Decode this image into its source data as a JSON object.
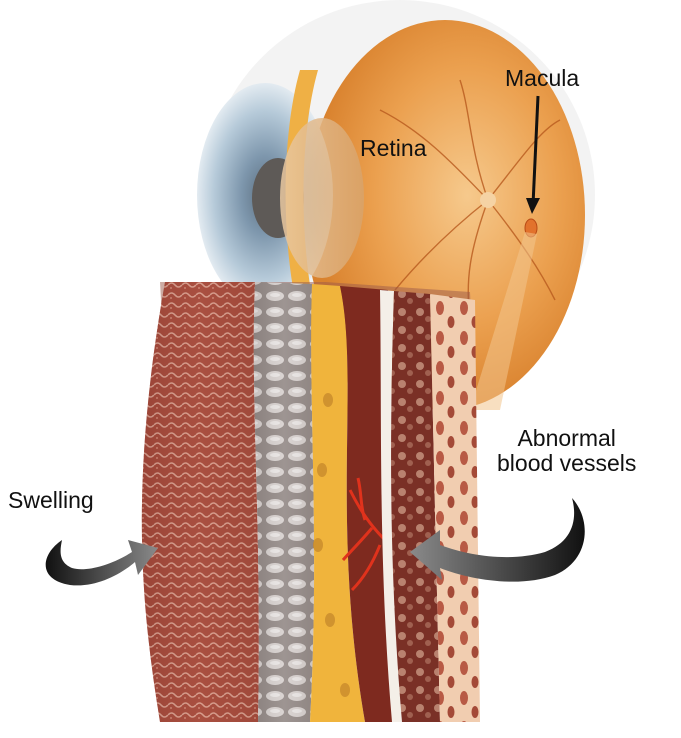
{
  "labels": {
    "macula": "Macula",
    "retina": "Retina",
    "abnormal_line1": "Abnormal",
    "abnormal_line2": "blood vessels",
    "swelling": "Swelling"
  },
  "colors": {
    "eye_orange": "#e8a24a",
    "iris_blue": "#9fb8cc",
    "photoreceptor_red": "#a44a3c",
    "rpe_yellow": "#f0b43c",
    "vessel_red": "#d8321e",
    "choroid_peach": "#f1cdb0",
    "arrow_dark": "#222222"
  }
}
